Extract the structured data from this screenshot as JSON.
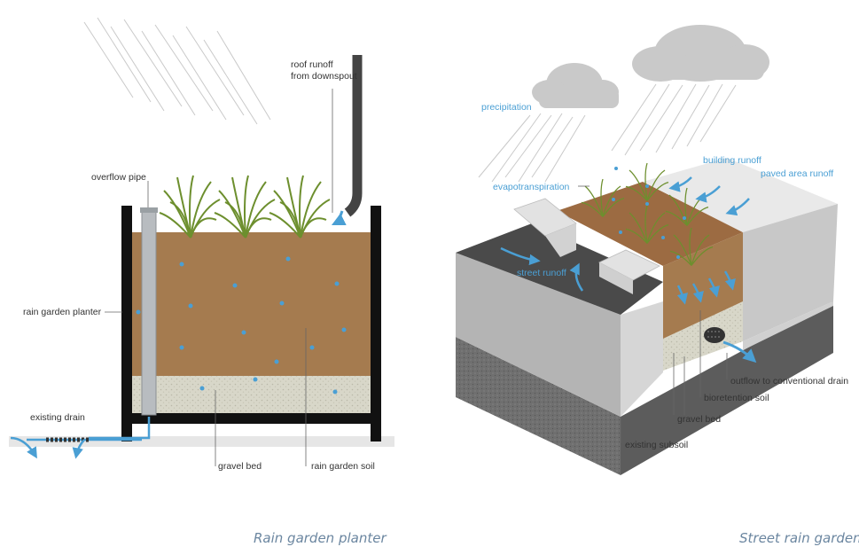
{
  "left_diagram": {
    "caption": "Rain garden planter",
    "labels": {
      "roof_runoff_line1": "roof runoff",
      "roof_runoff_line2": "from downspout",
      "overflow_pipe": "overflow pipe",
      "planter": "rain garden planter",
      "existing_drain": "existing drain",
      "gravel_bed": "gravel bed",
      "soil": "rain garden soil"
    }
  },
  "right_diagram": {
    "caption": "Street rain garden",
    "labels": {
      "precipitation": "precipitation",
      "building_runoff": "building runoff",
      "paved_area_runoff": "paved area runoff",
      "evapotranspiration": "evapotranspiration",
      "street_runoff": "street runoff",
      "outflow": "outflow to conventional drain",
      "bioretention_soil": "bioretention soil",
      "gravel_bed": "gravel bed",
      "existing_subsoil": "existing subsoil"
    }
  },
  "colors": {
    "soil": "#a57b4f",
    "gravel": "#d6d5c7",
    "water": "#4a9fd4",
    "planter_wall": "#111111",
    "plant": "#7a9a3a",
    "cloud": "#c9c9c9"
  }
}
